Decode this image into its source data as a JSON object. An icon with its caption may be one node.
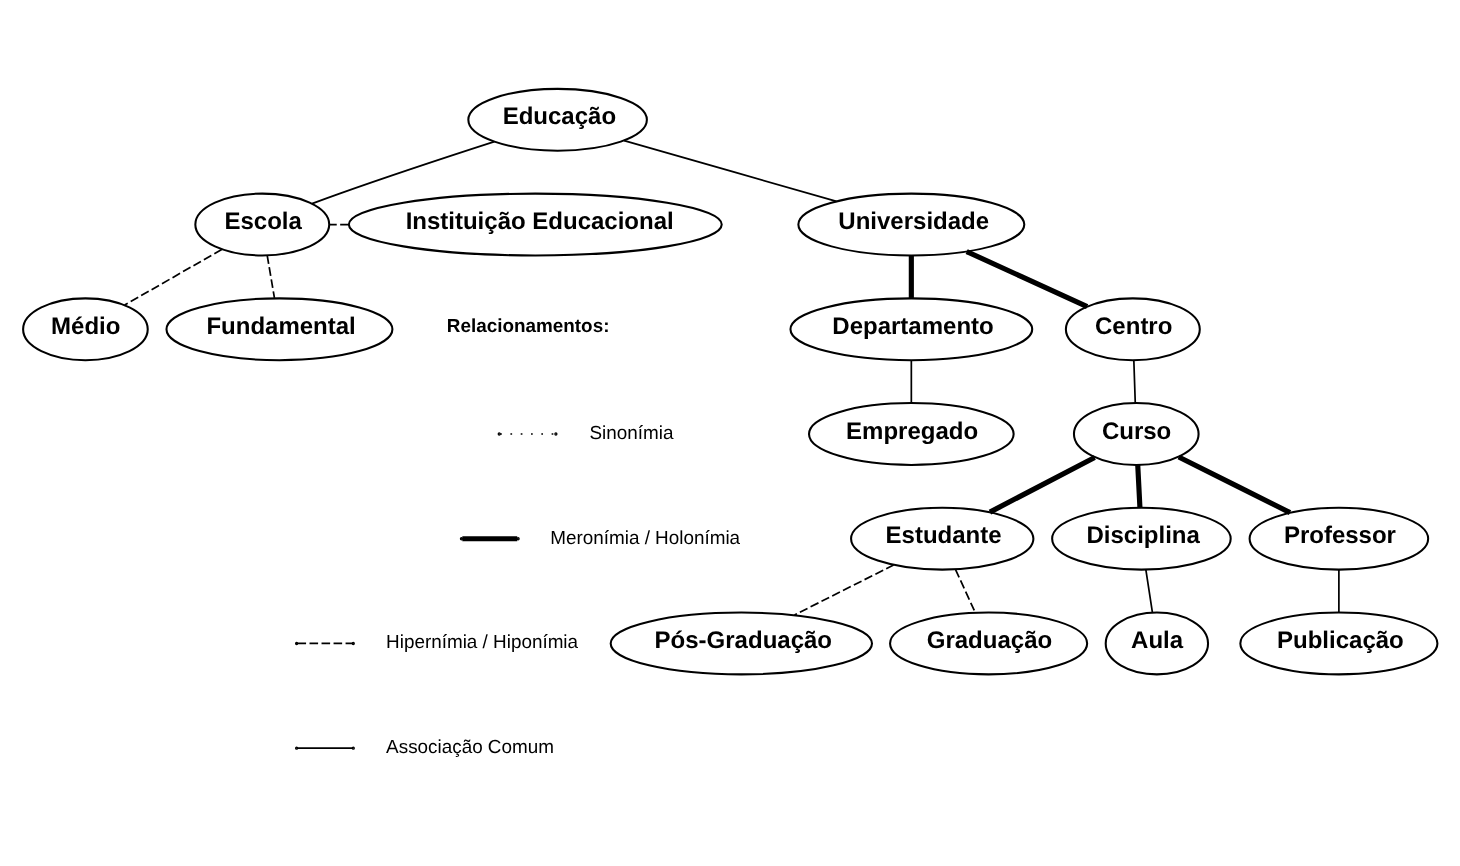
{
  "diagram": {
    "nodes": [
      {
        "text": [
          "Educação"
        ]
      },
      {
        "text": [
          "Instituição Educacional"
        ]
      },
      {
        "text": [
          "Escola"
        ]
      },
      {
        "text": [
          "Universidade"
        ]
      },
      {
        "text": [
          "Fundamental"
        ]
      },
      {
        "text": [
          "Médio"
        ]
      },
      {
        "text": [
          "Centro"
        ]
      },
      {
        "text": [
          "Departamento"
        ]
      },
      {
        "text": [
          "Curso"
        ]
      },
      {
        "text": [
          "Empregado"
        ]
      },
      {
        "text": [
          "Estudante"
        ]
      },
      {
        "text": [
          "Disciplina"
        ]
      },
      {
        "text": [
          "Professor"
        ]
      },
      {
        "text": [
          "Graduação"
        ]
      },
      {
        "text": [
          "Pós-Graduação"
        ]
      },
      {
        "text": [
          "Aula"
        ]
      },
      {
        "text": [
          "Publicação"
        ]
      }
    ],
    "edges": [
      {
        "from": 0,
        "to": 2,
        "arrow": "none"
      },
      {
        "from": 0,
        "to": 3,
        "arrow": "none"
      },
      {
        "from": 1,
        "to": 2,
        "arrow": "none",
        "style": "dashed"
      },
      {
        "from": 2,
        "to": 4,
        "arrow": "none",
        "style": "dashed"
      },
      {
        "from": 2,
        "to": 5,
        "arrow": "none",
        "style": "dashed"
      },
      {
        "from": 3,
        "to": 6,
        "arrow": "none",
        "style": "thick"
      },
      {
        "from": 3,
        "to": 7,
        "arrow": "none",
        "style": "thick"
      },
      {
        "from": 6,
        "to": 8,
        "arrow": "none"
      },
      {
        "from": 7,
        "to": 9,
        "arrow": "none"
      },
      {
        "from": 8,
        "to": 10,
        "arrow": "none",
        "style": "thick"
      },
      {
        "from": 8,
        "to": 11,
        "arrow": "none",
        "style": "thick"
      },
      {
        "from": 8,
        "to": 12,
        "arrow": "none",
        "style": "thick"
      },
      {
        "from": 10,
        "to": 13,
        "arrow": "none",
        "style": "dashed"
      },
      {
        "from": 10,
        "to": 14,
        "arrow": "none",
        "style": "dashed"
      },
      {
        "from": 11,
        "to": 15,
        "arrow": "none"
      },
      {
        "from": 12,
        "to": 16,
        "arrow": "none"
      }
    ],
    "labels": [
      "Relacionamentos:"
    ],
    "legend": [
      {
        "text": "Sinonímia"
      },
      {
        "text": "Meronímia / Holonímia"
      },
      {
        "text": "Hipernímia / Hiponímia"
      },
      {
        "text": "Associação Comum"
      }
    ]
  }
}
